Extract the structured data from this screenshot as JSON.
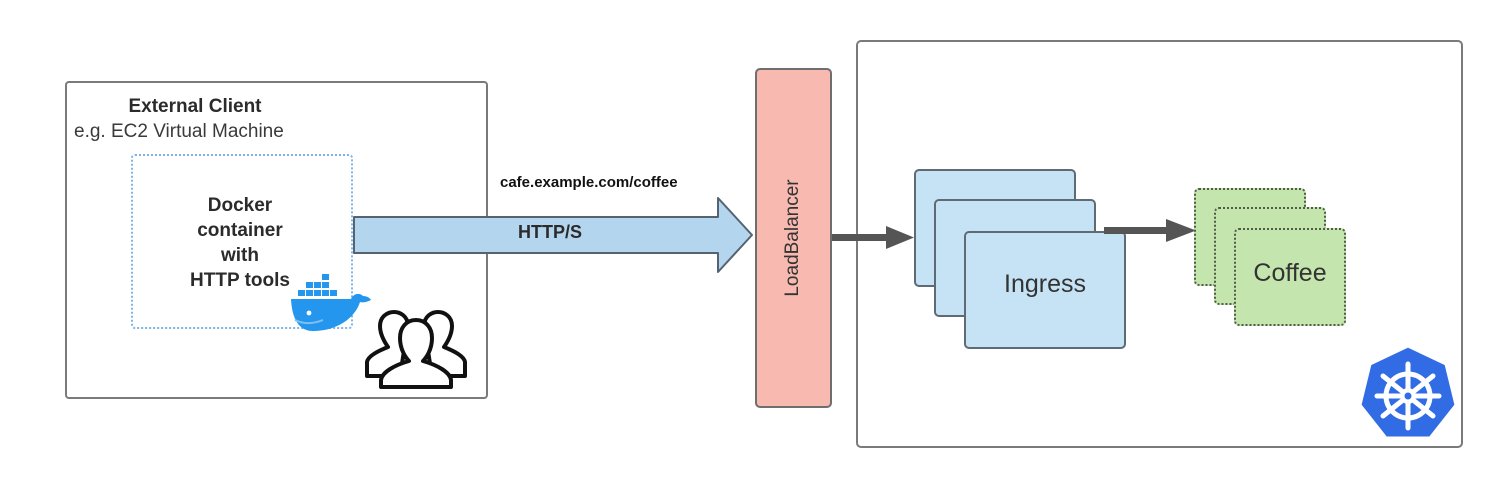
{
  "client": {
    "title": "External Client",
    "subtitle": "e.g. EC2 Virtual Machine",
    "docker_label": [
      "Docker",
      "container",
      "with",
      "HTTP tools"
    ]
  },
  "connection": {
    "url": "cafe.example.com/coffee",
    "protocol": "HTTP/S"
  },
  "loadbalancer": {
    "label": "LoadBalancer"
  },
  "cluster": {
    "ingress_label": "Ingress",
    "service_label": "Coffee"
  },
  "icons": {
    "docker": "docker-whale-icon",
    "users": "users-group-icon",
    "kubernetes": "kubernetes-helm-icon"
  },
  "colors": {
    "http_arrow": "#b3d6ee",
    "loadbalancer": "#f8b9b0",
    "ingress": "#c6e3f6",
    "coffee": "#c4e5ad",
    "kubernetes": "#326ce5",
    "docker": "#2496ed"
  }
}
